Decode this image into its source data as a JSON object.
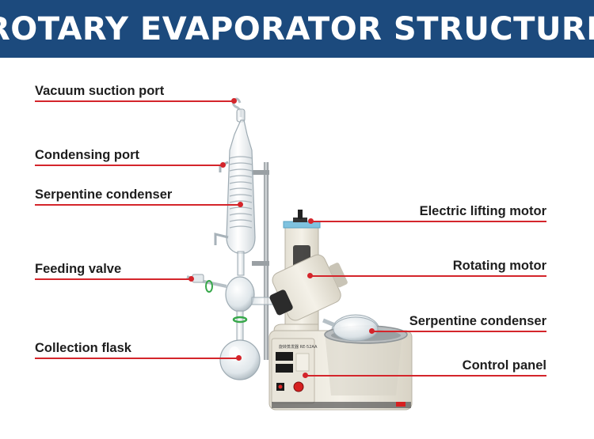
{
  "header": {
    "title": "ROTARY EVAPORATOR STRUCTURE",
    "background_color": "#1c4a7d",
    "text_color": "#ffffff"
  },
  "leader_color": "#d4252b",
  "labels_left": [
    {
      "id": "vacuum-suction-port",
      "text": "Vacuum suction port"
    },
    {
      "id": "condensing-port",
      "text": "Condensing port"
    },
    {
      "id": "serpentine-condenser-left",
      "text": "Serpentine condenser"
    },
    {
      "id": "feeding-valve",
      "text": "Feeding valve"
    },
    {
      "id": "collection-flask",
      "text": "Collection flask"
    }
  ],
  "labels_right": [
    {
      "id": "electric-lifting-motor",
      "text": "Electric lifting motor"
    },
    {
      "id": "rotating-motor",
      "text": "Rotating motor"
    },
    {
      "id": "serpentine-condenser-right",
      "text": "Serpentine condenser"
    },
    {
      "id": "control-panel",
      "text": "Control panel"
    }
  ],
  "device": {
    "model_plate": "旋转蒸发器 RE-52AA"
  }
}
